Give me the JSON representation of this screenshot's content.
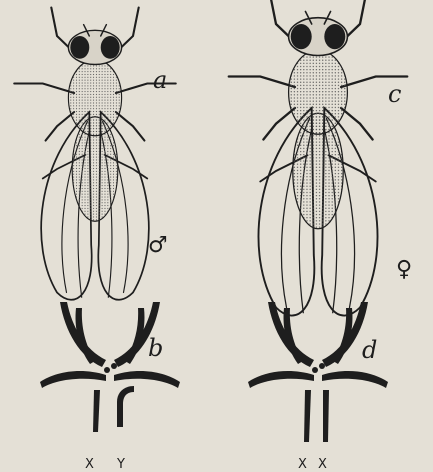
{
  "figure": {
    "panel_labels": {
      "a": "a",
      "b": "b",
      "c": "c",
      "d": "d"
    },
    "male_symbol": "♂",
    "female_symbol": "♀",
    "male_chromosomes": [
      "X",
      "Y"
    ],
    "female_chromosomes": [
      "X",
      "X"
    ]
  }
}
